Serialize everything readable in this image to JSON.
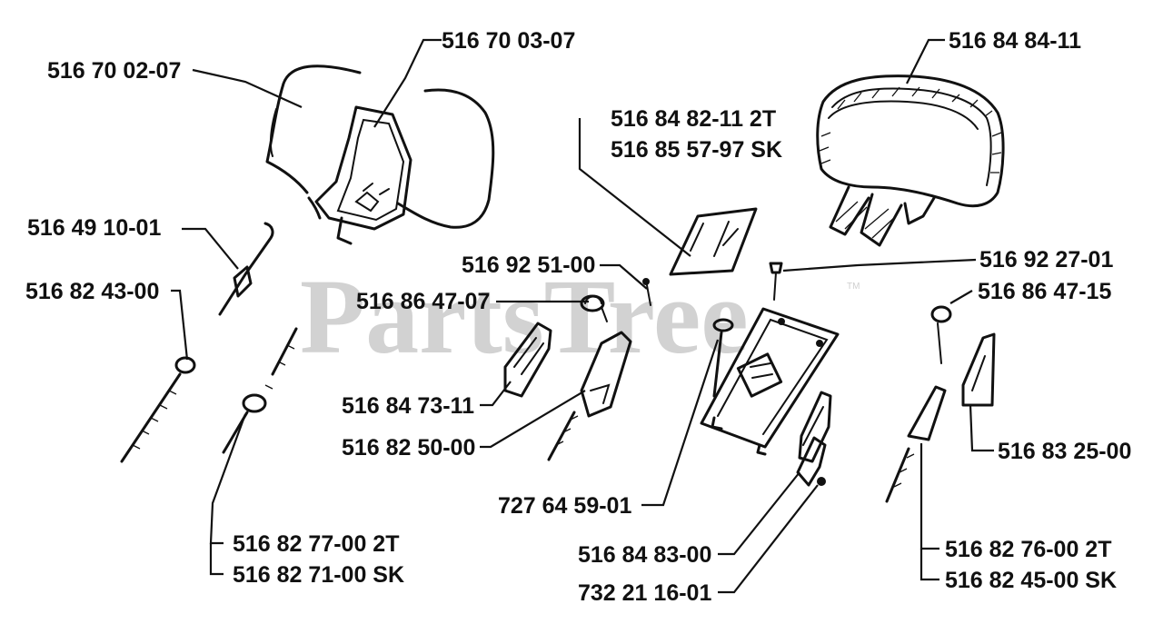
{
  "watermark": {
    "text": "PartsTree",
    "mark": "TM"
  },
  "labels": [
    "516 70 02-07",
    "516 70 03-07",
    "516 84 84-11",
    "516 84 82-11 2T",
    "516 85 57-97 SK",
    "516 49 10-01",
    "516 92 51-00",
    "516 92 27-01",
    "516 86 47-07",
    "516 82 43-00",
    "516 86 47-15",
    "516 84 73-11",
    "516 82 50-00",
    "516 83 25-00",
    "727 64 59-01",
    "516 82 77-00 2T",
    "516 82 71-00 SK",
    "516 84 83-00",
    "732 21 16-01",
    "516 82 76-00 2T",
    "516 82 45-00 SK"
  ]
}
